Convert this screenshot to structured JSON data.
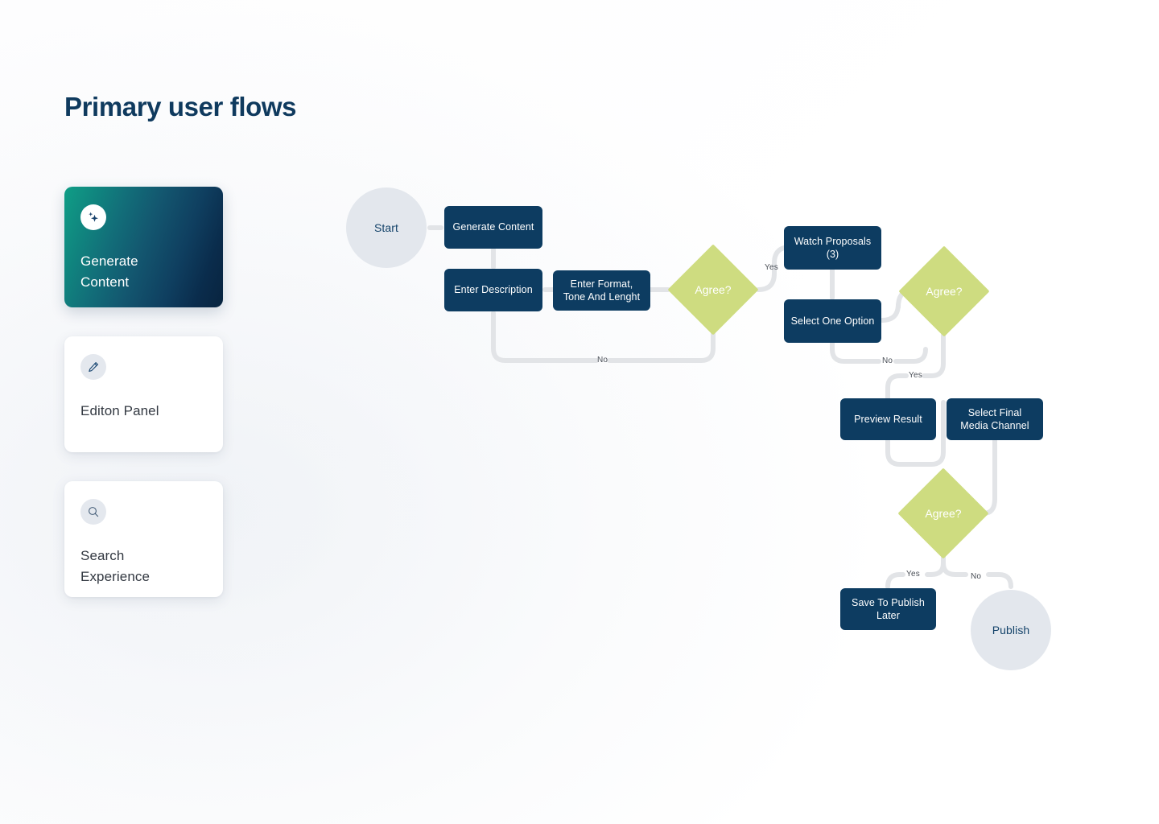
{
  "page": {
    "title": "Primary user flows",
    "background": "#ffffff",
    "title_color": "#0f3a5e"
  },
  "sidebar": {
    "cards": [
      {
        "id": "generate-content",
        "label": "Generate Content",
        "icon": "sparkle-icon",
        "active": true,
        "gradient_from": "#0f9e86",
        "gradient_to": "#08243f"
      },
      {
        "id": "editon-panel",
        "label": "Editon Panel",
        "icon": "pencil-icon",
        "active": false,
        "background": "#ffffff"
      },
      {
        "id": "search-experience",
        "label": "Search Experience",
        "icon": "search-icon",
        "active": false,
        "background": "#ffffff"
      }
    ]
  },
  "flowchart": {
    "colors": {
      "process": "#0d3c61",
      "decision": "#cedc80",
      "terminal": "#e3e7ed",
      "terminal_text": "#14436a",
      "connector": "#e2e4e7",
      "edge_label": "#4a4f57"
    },
    "nodes": [
      {
        "id": "start",
        "type": "terminal",
        "label": "Start"
      },
      {
        "id": "generate-content",
        "type": "process",
        "label": "Generate Content"
      },
      {
        "id": "enter-description",
        "type": "process",
        "label": "Enter Description"
      },
      {
        "id": "enter-format-tone-and-lenght",
        "type": "process",
        "label": "Enter Format, Tone And Lenght"
      },
      {
        "id": "agree-1",
        "type": "decision",
        "label": "Agree?"
      },
      {
        "id": "watch-proposals",
        "type": "process",
        "label": "Watch Proposals (3)"
      },
      {
        "id": "select-one-option",
        "type": "process",
        "label": "Select One Option"
      },
      {
        "id": "agree-2",
        "type": "decision",
        "label": "Agree?"
      },
      {
        "id": "preview-result",
        "type": "process",
        "label": "Preview Result"
      },
      {
        "id": "select-final-media-channel",
        "type": "process",
        "label": "Select Final Media Channel"
      },
      {
        "id": "agree-3",
        "type": "decision",
        "label": "Agree?"
      },
      {
        "id": "save-to-publish-later",
        "type": "process",
        "label": "Save To Publish Later"
      },
      {
        "id": "publish",
        "type": "terminal",
        "label": "Publish"
      }
    ],
    "edge_labels": {
      "agree1_no": "No",
      "agree1_yes": "Yes",
      "select_option_no": "No",
      "agree2_yes": "Yes",
      "agree3_yes": "Yes",
      "agree3_no": "No"
    }
  }
}
